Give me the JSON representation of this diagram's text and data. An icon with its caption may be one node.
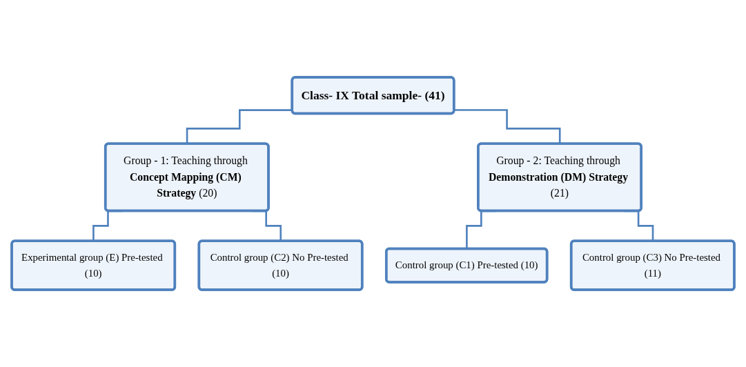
{
  "diagram": {
    "nodes": [
      {
        "text": [
          "Class- IX Total sample- (41)"
        ]
      },
      {
        "text": [
          "Group - 1: Teaching through **Concept Mapping (CM) Strategy** (20)"
        ]
      },
      {
        "text": [
          "Group - 2: Teaching through **Demonstration (DM) Strategy** (21)"
        ]
      },
      {
        "text": [
          "Experimental group (E) Pre-tested (10)"
        ]
      },
      {
        "text": [
          "Control group (C2) No Pre-tested (10)"
        ]
      },
      {
        "text": [
          "Control group (C1) Pre-tested (10)"
        ]
      },
      {
        "text": [
          "Control group (C3) No Pre-tested (11)"
        ]
      }
    ],
    "edges": [
      {
        "from": 0,
        "to": 1,
        "arrow": "none"
      },
      {
        "from": 0,
        "to": 2,
        "arrow": "none"
      },
      {
        "from": 1,
        "to": 3,
        "arrow": "none"
      },
      {
        "from": 1,
        "to": 4,
        "arrow": "none"
      },
      {
        "from": 2,
        "to": 5,
        "arrow": "none"
      },
      {
        "from": 2,
        "to": 6,
        "arrow": "none"
      }
    ]
  }
}
